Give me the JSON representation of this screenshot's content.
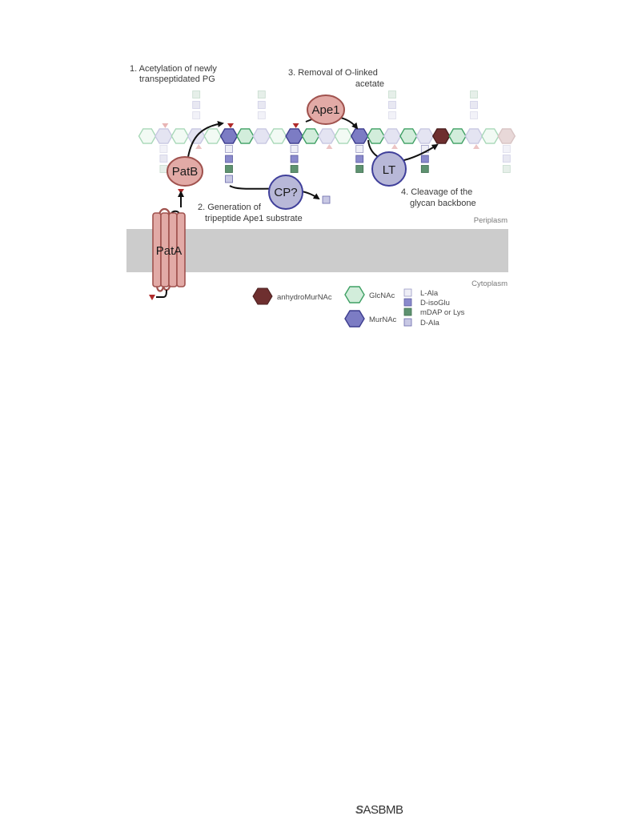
{
  "steps": {
    "s1_line1": "1. Acetylation of newly",
    "s1_line2": "transpeptidated PG",
    "s2_line1": "2. Generation of",
    "s2_line2": "tripeptide Ape1 substrate",
    "s3_line1": "3. Removal of O-linked",
    "s3_line2": "acetate",
    "s4_line1": "4. Cleavage of the",
    "s4_line2": "glycan backbone"
  },
  "enzymes": {
    "patb": "PatB",
    "pata": "PatA",
    "ape1": "Ape1",
    "cp": "CP?",
    "lt": "LT"
  },
  "regions": {
    "periplasm": "Periplasm",
    "cytoplasm": "Cytoplasm"
  },
  "legend": {
    "anhydro": "anhydroMurNAc",
    "glcnac": "GlcNAc",
    "murnac": "MurNAc",
    "lala": "L-Ala",
    "disoglu": "D-isoGlu",
    "mdap": "mDAP or Lys",
    "dala": "D-Ala"
  },
  "colors": {
    "enzyme_fill": "#e2aaa6",
    "enzyme_stroke": "#a0524e",
    "lt_fill": "#b8b8d8",
    "lt_stroke": "#3f3f9a",
    "murnac_fill": "#7c7cc4",
    "murnac_stroke": "#3d3d8e",
    "glcnac_fill": "#d2eddb",
    "glcnac_stroke": "#3fa064",
    "anhydro_fill": "#6e2f2f",
    "acetyl": "#b02a2a",
    "membrane": "#cccccc",
    "mdap": "#5e9270"
  },
  "publisher": "ASBMB"
}
